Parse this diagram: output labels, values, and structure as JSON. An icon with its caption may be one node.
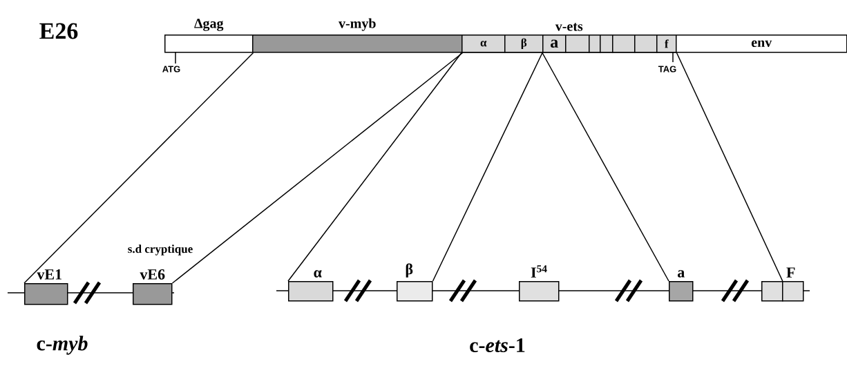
{
  "diagram": {
    "nodes": [
      {
        "text": [
          "Δgag"
        ]
      },
      {
        "text": [
          "v-myb"
        ]
      },
      {
        "text": [
          "v-ets"
        ]
      },
      {
        "text": [
          "α"
        ],
        "in": 2
      },
      {
        "text": [
          "β"
        ],
        "in": 2
      },
      {
        "text": [
          "a"
        ],
        "in": 2
      },
      {
        "text": [],
        "shape": "box",
        "in": 2
      },
      {
        "text": [],
        "shape": "box",
        "in": 2
      },
      {
        "text": [],
        "shape": "box",
        "in": 2
      },
      {
        "text": [],
        "shape": "box",
        "in": 2
      },
      {
        "text": [],
        "shape": "box",
        "in": 2
      },
      {
        "text": [
          "f"
        ],
        "in": 2
      },
      {
        "text": [
          "env"
        ]
      },
      {
        "text": [
          "vE1"
        ]
      },
      {
        "text": [
          "vE6"
        ]
      },
      {
        "text": [
          "α"
        ]
      },
      {
        "text": [
          "β"
        ]
      },
      {
        "text": [
          "I$^{54}$"
        ]
      },
      {
        "text": [
          "a"
        ]
      },
      {
        "text": [
          "F"
        ]
      }
    ],
    "edges": [
      {
        "from": 0,
        "to": 13,
        "arrow": "none"
      },
      {
        "from": 1,
        "to": 14,
        "arrow": "none"
      },
      {
        "from": 3,
        "to": 15,
        "arrow": "none"
      },
      {
        "from": 5,
        "to": 16,
        "arrow": "none"
      },
      {
        "from": 5,
        "to": 18,
        "arrow": "none"
      },
      {
        "from": 11,
        "to": 19,
        "arrow": "none"
      }
    ],
    "labels": [
      "E26",
      "ATG",
      "TAG",
      "s.d cryptique",
      "c-*myb*",
      "c-*ets*-1"
    ]
  }
}
